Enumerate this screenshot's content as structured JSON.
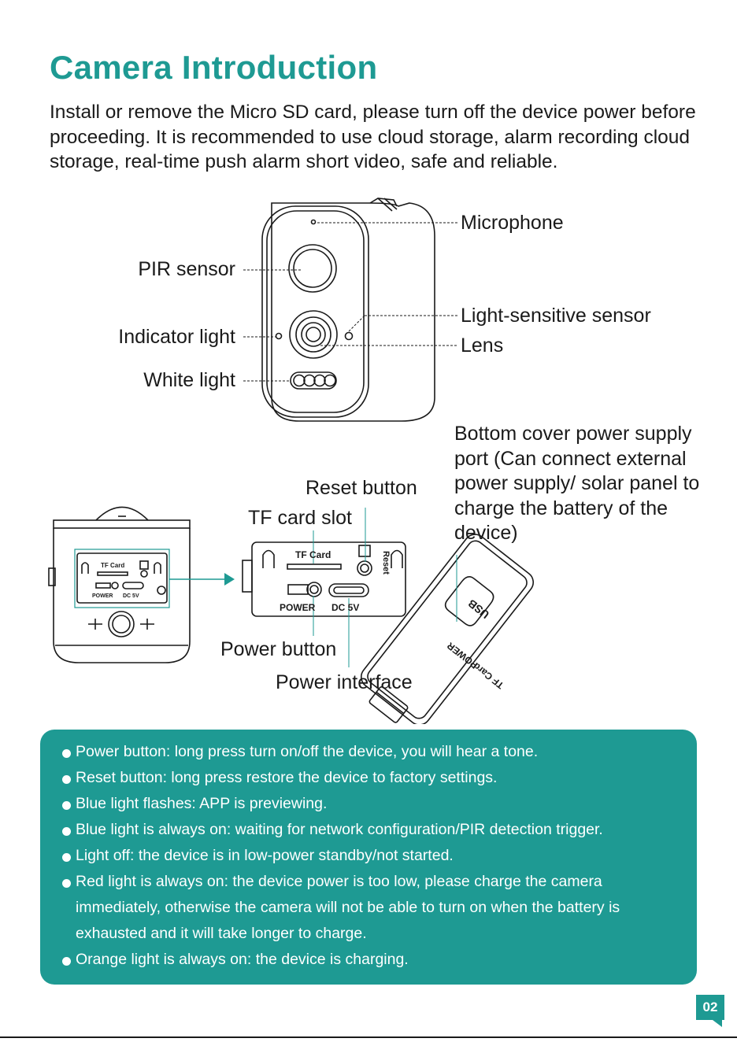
{
  "title": "Camera Introduction",
  "intro": "Install or remove the Micro SD card, please turn off the device power before proceeding. It is recommended to use cloud storage, alarm recording cloud storage, real-time push alarm short video, safe and reliable.",
  "front_labels": {
    "microphone": "Microphone",
    "pir_sensor": "PIR sensor",
    "light_sensor": "Light-sensitive sensor",
    "lens": "Lens",
    "indicator_light": "Indicator light",
    "white_light": "White light"
  },
  "bottom_labels": {
    "reset_button": "Reset button",
    "tf_card_slot": "TF card slot",
    "power_button": "Power button",
    "power_interface": "Power interface",
    "bottom_cover_note": "Bottom cover power supply port (Can connect external power supply/ solar panel to charge the battery of the device)"
  },
  "device_markings": {
    "tf_card": "TF Card",
    "reset": "Reset",
    "power": "POWER",
    "dc_5v": "DC 5V",
    "usb": "USB"
  },
  "notes": [
    "Power button: long press turn on/off the device, you will hear a tone.",
    "Reset button: long press restore the device to factory settings.",
    "Blue light flashes: APP is previewing.",
    "Blue light is always on: waiting for network configuration/PIR detection trigger.",
    "Light off: the device is in low-power standby/not started.",
    "Red light is always on: the device power is too low, please charge the camera immediately, otherwise the camera will not be able to turn on when the battery is exhausted and it will take longer to charge.",
    "Orange light is always on: the device is charging."
  ],
  "page_number": "02",
  "colors": {
    "accent": "#1e9a93",
    "text": "#1a1a1a",
    "panel_text": "#ffffff"
  }
}
